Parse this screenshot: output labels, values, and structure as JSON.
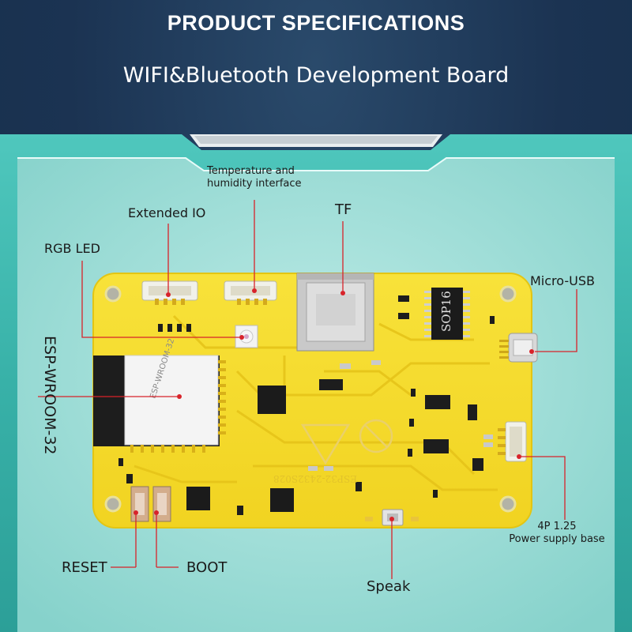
{
  "header": {
    "title": "PRODUCT SPECIFICATIONS",
    "subtitle": "WIFI&Bluetooth Development Board"
  },
  "board": {
    "module_text": "ESP-WROOM-32",
    "chip_text": "SOP16",
    "board_text": "ESP32-2432S028"
  },
  "labels": {
    "temp_humidity_line1": "Temperature and",
    "temp_humidity_line2": "humidity interface",
    "extended_io": "Extended IO",
    "tf": "TF",
    "rgb_led": "RGB LED",
    "micro_usb": "Micro-USB",
    "esp_wroom": "ESP-WROOM-32",
    "power_line1": "4P 1.25",
    "power_line2": "Power supply base",
    "reset": "RESET",
    "boot": "BOOT",
    "speak": "Speak"
  },
  "colors": {
    "background": "#1c3553",
    "panel": "#3fb6ad",
    "board": "#f5dc2e",
    "leader": "#d8232a"
  }
}
